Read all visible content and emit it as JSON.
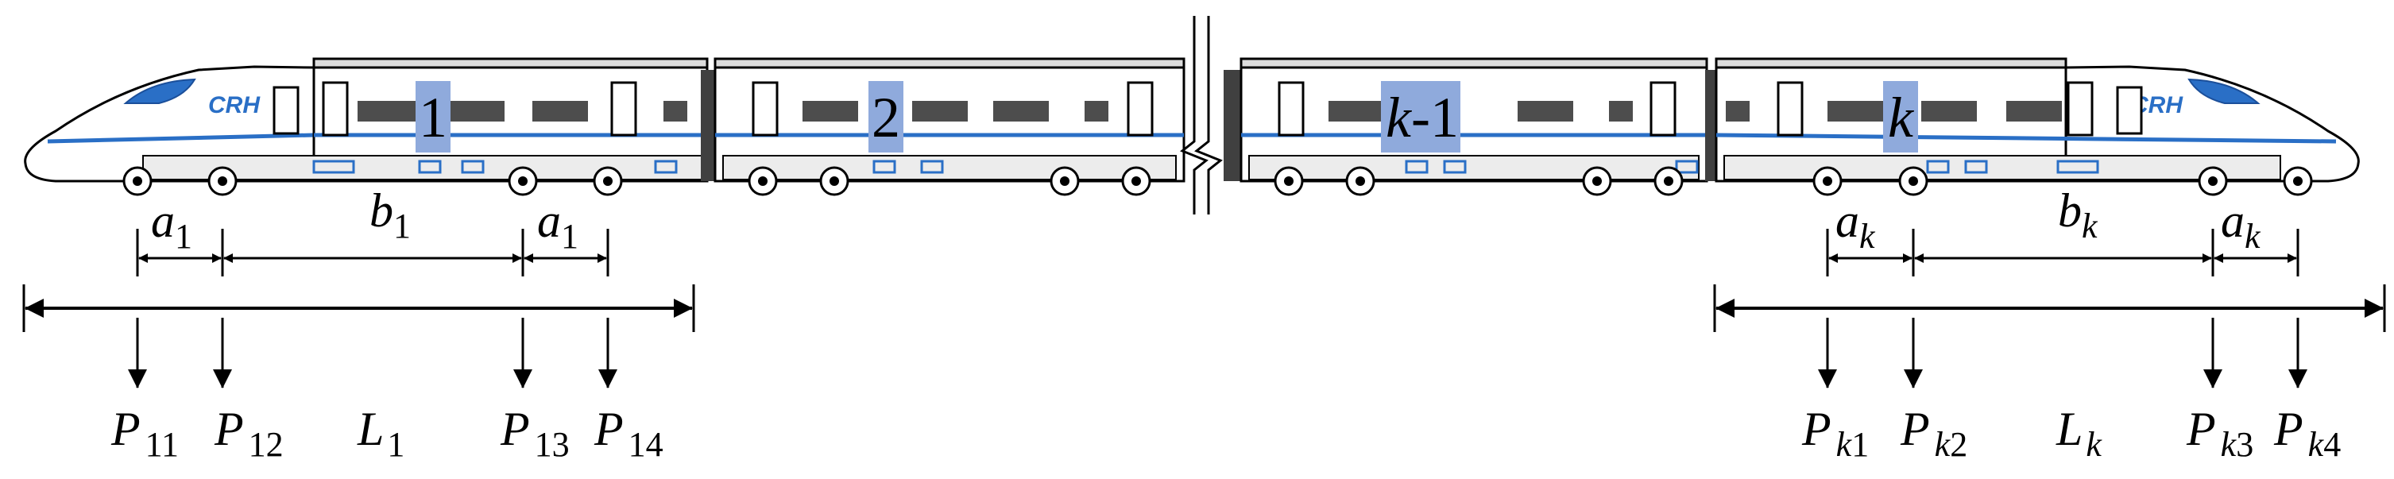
{
  "colors": {
    "body_fill": "#ffffff",
    "outline": "#000000",
    "stripe": "#2a6fc6",
    "roof_grey": "#dcdcdc",
    "window_dark": "#4d4d4d",
    "highlight": "#8faadc",
    "coupler": "#404040",
    "wheel_hub": "#ffffff"
  },
  "brand_text": "CRH",
  "cars": {
    "first": "1",
    "second": "2",
    "second_last_var": "k",
    "second_last_rest": "-1",
    "last_var": "k"
  },
  "left_dims": {
    "a": {
      "main": "a",
      "sub": "1"
    },
    "b": {
      "main": "b",
      "sub": "1"
    },
    "loads": [
      {
        "main": "P",
        "sub": "11"
      },
      {
        "main": "P",
        "sub": "12"
      },
      {
        "main": "P",
        "sub": "13"
      },
      {
        "main": "P",
        "sub": "14"
      }
    ],
    "L": {
      "main": "L",
      "sub": "1"
    }
  },
  "right_dims": {
    "a": {
      "main": "a",
      "sub": "k"
    },
    "b": {
      "main": "b",
      "sub": "k"
    },
    "loads": [
      {
        "main": "P",
        "sub_var": "k",
        "sub_num": "1"
      },
      {
        "main": "P",
        "sub_var": "k",
        "sub_num": "2"
      },
      {
        "main": "P",
        "sub_var": "k",
        "sub_num": "3"
      },
      {
        "main": "P",
        "sub_var": "k",
        "sub_num": "4"
      }
    ],
    "L": {
      "main": "L",
      "sub": "k"
    }
  }
}
